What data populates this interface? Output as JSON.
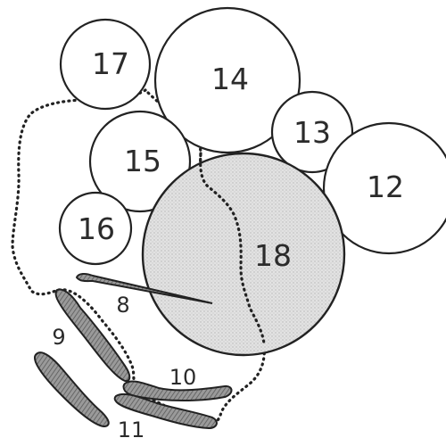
{
  "circles": [
    {
      "id": "17",
      "label": "17"
    },
    {
      "id": "14",
      "label": "14"
    },
    {
      "id": "13",
      "label": "13"
    },
    {
      "id": "15",
      "label": "15"
    },
    {
      "id": "12",
      "label": "12"
    },
    {
      "id": "16",
      "label": "16"
    },
    {
      "id": "18",
      "label": "18",
      "shaded": true
    }
  ],
  "fragments": [
    {
      "id": "8",
      "label": "8"
    },
    {
      "id": "9",
      "label": "9"
    },
    {
      "id": "10",
      "label": "10"
    },
    {
      "id": "11",
      "label": "11"
    }
  ],
  "colors": {
    "stroke": "#222222",
    "shade": "#d6d6d6",
    "hatch": "#8a8a8a"
  }
}
